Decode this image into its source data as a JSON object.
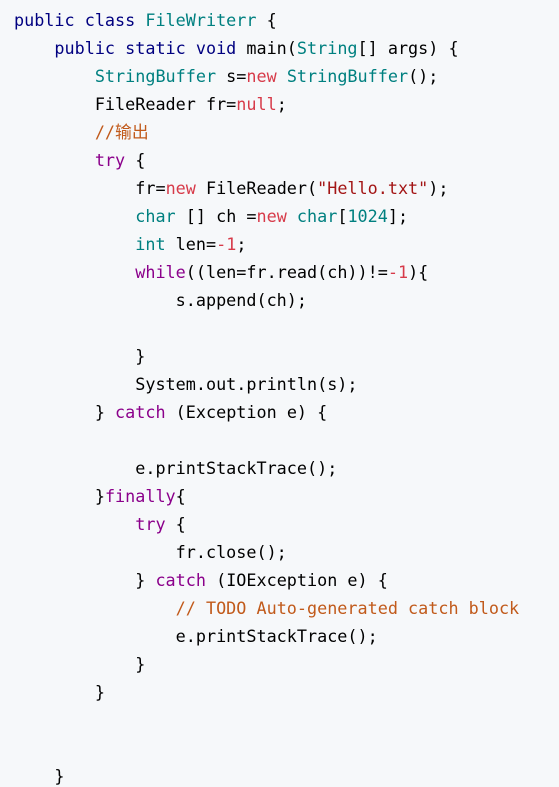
{
  "colors": {
    "background": "#f6f8fa",
    "keyword": "#000080",
    "type": "#008080",
    "string": "#a31515",
    "number": "#d73a49",
    "comment": "#c15a1b",
    "control": "#8b008b"
  },
  "code_lines": [
    [
      {
        "t": "public class ",
        "c": "kw"
      },
      {
        "t": "FileWriterr",
        "c": "type"
      },
      {
        "t": " {",
        "c": ""
      }
    ],
    [
      {
        "t": "    public static void ",
        "c": "kw"
      },
      {
        "t": "main(",
        "c": ""
      },
      {
        "t": "String",
        "c": "type"
      },
      {
        "t": "[] args) {",
        "c": ""
      }
    ],
    [
      {
        "t": "        ",
        "c": ""
      },
      {
        "t": "StringBuffer",
        "c": "type"
      },
      {
        "t": " s=",
        "c": ""
      },
      {
        "t": "new",
        "c": "op"
      },
      {
        "t": " ",
        "c": ""
      },
      {
        "t": "StringBuffer",
        "c": "type"
      },
      {
        "t": "();",
        "c": ""
      }
    ],
    [
      {
        "t": "        FileReader fr=",
        "c": ""
      },
      {
        "t": "null",
        "c": "op"
      },
      {
        "t": ";",
        "c": ""
      }
    ],
    [
      {
        "t": "        ",
        "c": ""
      },
      {
        "t": "//输出",
        "c": "cm"
      }
    ],
    [
      {
        "t": "        ",
        "c": ""
      },
      {
        "t": "try",
        "c": "ctl"
      },
      {
        "t": " {",
        "c": ""
      }
    ],
    [
      {
        "t": "            fr=",
        "c": ""
      },
      {
        "t": "new",
        "c": "op"
      },
      {
        "t": " FileReader(",
        "c": ""
      },
      {
        "t": "\"Hello.txt\"",
        "c": "str"
      },
      {
        "t": ");",
        "c": ""
      }
    ],
    [
      {
        "t": "            ",
        "c": ""
      },
      {
        "t": "char",
        "c": "type"
      },
      {
        "t": " [] ch =",
        "c": ""
      },
      {
        "t": "new",
        "c": "op"
      },
      {
        "t": " ",
        "c": ""
      },
      {
        "t": "char",
        "c": "type"
      },
      {
        "t": "[",
        "c": ""
      },
      {
        "t": "1024",
        "c": "type"
      },
      {
        "t": "];",
        "c": ""
      }
    ],
    [
      {
        "t": "            ",
        "c": ""
      },
      {
        "t": "int",
        "c": "type"
      },
      {
        "t": " len=",
        "c": ""
      },
      {
        "t": "-1",
        "c": "op"
      },
      {
        "t": ";",
        "c": ""
      }
    ],
    [
      {
        "t": "            ",
        "c": ""
      },
      {
        "t": "while",
        "c": "ctl"
      },
      {
        "t": "((len=fr.read(ch))!=",
        "c": ""
      },
      {
        "t": "-1",
        "c": "op"
      },
      {
        "t": "){",
        "c": ""
      }
    ],
    [
      {
        "t": "                s.append(ch);",
        "c": ""
      }
    ],
    [
      {
        "t": "",
        "c": ""
      }
    ],
    [
      {
        "t": "            }",
        "c": ""
      }
    ],
    [
      {
        "t": "            System.out.println(s);",
        "c": ""
      }
    ],
    [
      {
        "t": "        } ",
        "c": ""
      },
      {
        "t": "catch",
        "c": "ctl"
      },
      {
        "t": " (Exception e) {",
        "c": ""
      }
    ],
    [
      {
        "t": "",
        "c": ""
      }
    ],
    [
      {
        "t": "            e.printStackTrace();",
        "c": ""
      }
    ],
    [
      {
        "t": "        }",
        "c": ""
      },
      {
        "t": "finally",
        "c": "ctl"
      },
      {
        "t": "{",
        "c": ""
      }
    ],
    [
      {
        "t": "            ",
        "c": ""
      },
      {
        "t": "try",
        "c": "ctl"
      },
      {
        "t": " {",
        "c": ""
      }
    ],
    [
      {
        "t": "                fr.close();",
        "c": ""
      }
    ],
    [
      {
        "t": "            } ",
        "c": ""
      },
      {
        "t": "catch",
        "c": "ctl"
      },
      {
        "t": " (IOException e) {",
        "c": ""
      }
    ],
    [
      {
        "t": "                ",
        "c": ""
      },
      {
        "t": "// TODO Auto-generated catch block",
        "c": "cm"
      }
    ],
    [
      {
        "t": "                e.printStackTrace();",
        "c": ""
      }
    ],
    [
      {
        "t": "            }",
        "c": ""
      }
    ],
    [
      {
        "t": "        }",
        "c": ""
      }
    ],
    [
      {
        "t": "",
        "c": ""
      }
    ],
    [
      {
        "t": "",
        "c": ""
      }
    ],
    [
      {
        "t": "    }",
        "c": ""
      }
    ]
  ]
}
